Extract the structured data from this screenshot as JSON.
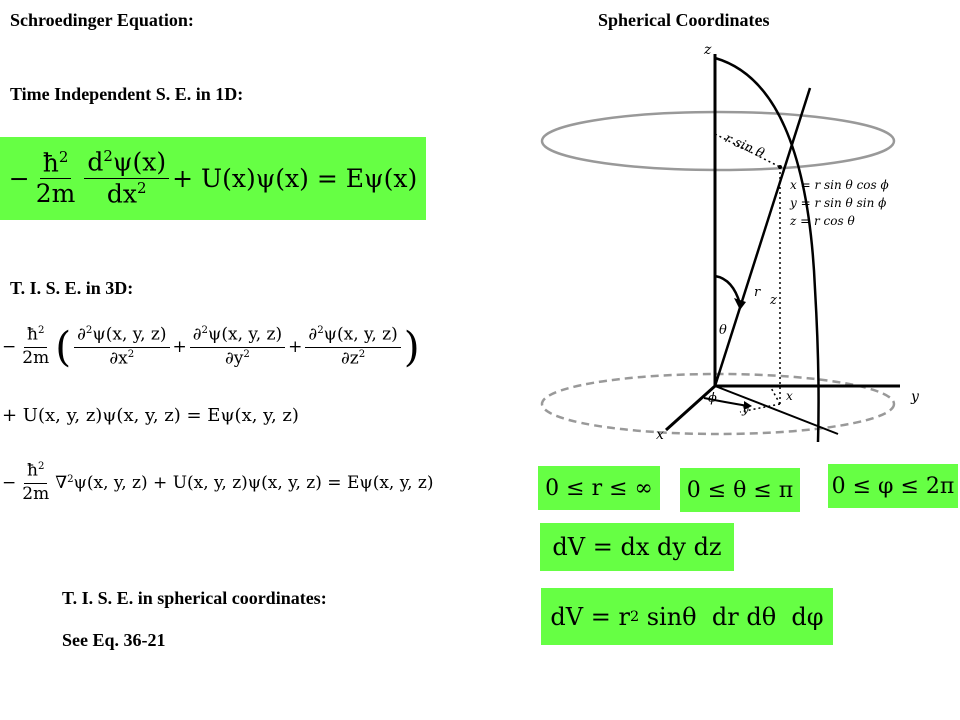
{
  "left": {
    "title": "Schroedinger Equation:",
    "sub1": "Time Independent S. E. in 1D:",
    "sub2": "T. I. S. E. in 3D:",
    "sub3": "T. I. S. E. in spherical coordinates:",
    "sub4": "See Eq. 36-21"
  },
  "right": {
    "title": "Spherical Coordinates",
    "axis_z": "z",
    "axis_y": "y",
    "axis_x": "x",
    "label_rsin": "r sin θ",
    "label_r": "r",
    "label_z": "z",
    "label_theta": "θ",
    "label_phi": "ϕ",
    "label_xsmall": "x",
    "label_ysmall": "y",
    "eq_x": "x = r sin θ cos ϕ",
    "eq_y": "y = r sin θ sin ϕ",
    "eq_z": "z = r cos θ"
  },
  "ranges": {
    "r": "0 ≤ r ≤ ∞",
    "theta": "0 ≤ θ ≤ π",
    "phi": "0 ≤ φ ≤ 2π"
  },
  "volume": {
    "cartesian": "dV = dx dy dz",
    "spherical_prefix": "dV = r",
    "spherical_exp": "2",
    "spherical_suffix": " sinθ  dr dθ  dφ"
  },
  "eq1d": {
    "minus": "−",
    "h_num": "ħ",
    "h_exp": "2",
    "h_den": "2m",
    "d_num": "d",
    "d_num_exp": "2",
    "psi": "ψ(x)",
    "dx": "dx",
    "dx_exp": "2",
    "rest": "+ U(x)ψ(x) = Eψ(x)"
  },
  "eq3d": {
    "minus": "−",
    "h_num": "ħ",
    "h_exp": "2",
    "h_den": "2m",
    "part": "∂",
    "part_exp": "2",
    "psi": "ψ(x, y, z)",
    "den_x": "∂x",
    "den_y": "∂y",
    "den_z": "∂z",
    "den_exp": "2",
    "plus": "+",
    "line2": "+ U(x, y, z)ψ(x, y, z) = Eψ(x, y, z)",
    "nabla_rest": "∇",
    "nabla_exp": "2",
    "nabla_tail": "ψ(x, y, z) + U(x, y, z)ψ(x, y, z) = Eψ(x, y, z)"
  },
  "colors": {
    "highlight": "#66ff44"
  }
}
